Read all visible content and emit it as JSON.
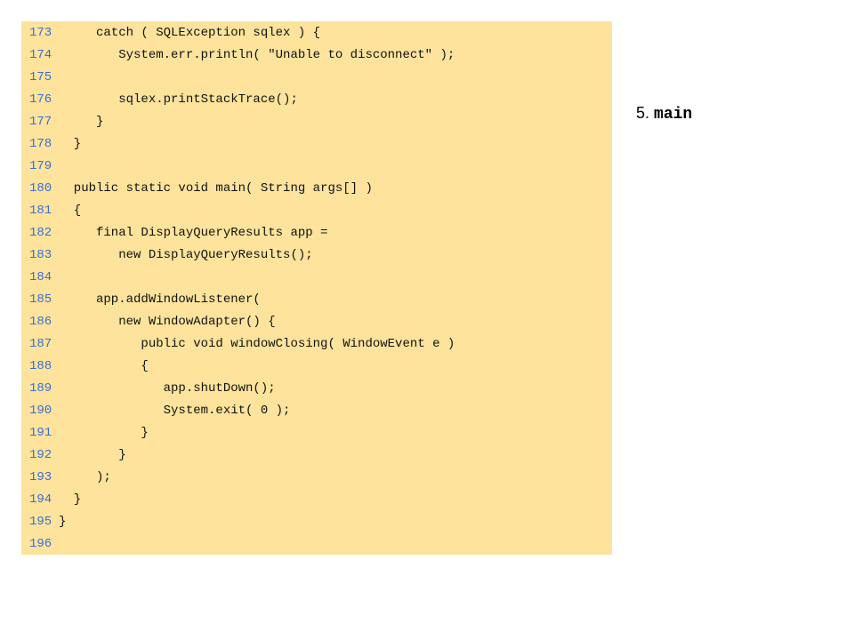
{
  "code": {
    "lines": [
      {
        "num": "173",
        "text": "     catch ( SQLException sqlex ) {"
      },
      {
        "num": "174",
        "text": "        System.err.println( \"Unable to disconnect\" );"
      },
      {
        "num": "175",
        "text": ""
      },
      {
        "num": "176",
        "text": "        sqlex.printStackTrace();"
      },
      {
        "num": "177",
        "text": "     }"
      },
      {
        "num": "178",
        "text": "  }"
      },
      {
        "num": "179",
        "text": ""
      },
      {
        "num": "180",
        "text": "  public static void main( String args[] )"
      },
      {
        "num": "181",
        "text": "  {"
      },
      {
        "num": "182",
        "text": "     final DisplayQueryResults app ="
      },
      {
        "num": "183",
        "text": "        new DisplayQueryResults();"
      },
      {
        "num": "184",
        "text": ""
      },
      {
        "num": "185",
        "text": "     app.addWindowListener("
      },
      {
        "num": "186",
        "text": "        new WindowAdapter() {"
      },
      {
        "num": "187",
        "text": "           public void windowClosing( WindowEvent e )"
      },
      {
        "num": "188",
        "text": "           {"
      },
      {
        "num": "189",
        "text": "              app.shutDown();"
      },
      {
        "num": "190",
        "text": "              System.exit( 0 );"
      },
      {
        "num": "191",
        "text": "           }"
      },
      {
        "num": "192",
        "text": "        }"
      },
      {
        "num": "193",
        "text": "     );"
      },
      {
        "num": "194",
        "text": "  }"
      },
      {
        "num": "195",
        "text": "}"
      },
      {
        "num": "196",
        "text": ""
      }
    ]
  },
  "caption": {
    "number": "5.",
    "label": "main"
  },
  "colors": {
    "panel_background": "#fde39c",
    "line_number": "#3b6fd4",
    "code_text": "#111111"
  }
}
